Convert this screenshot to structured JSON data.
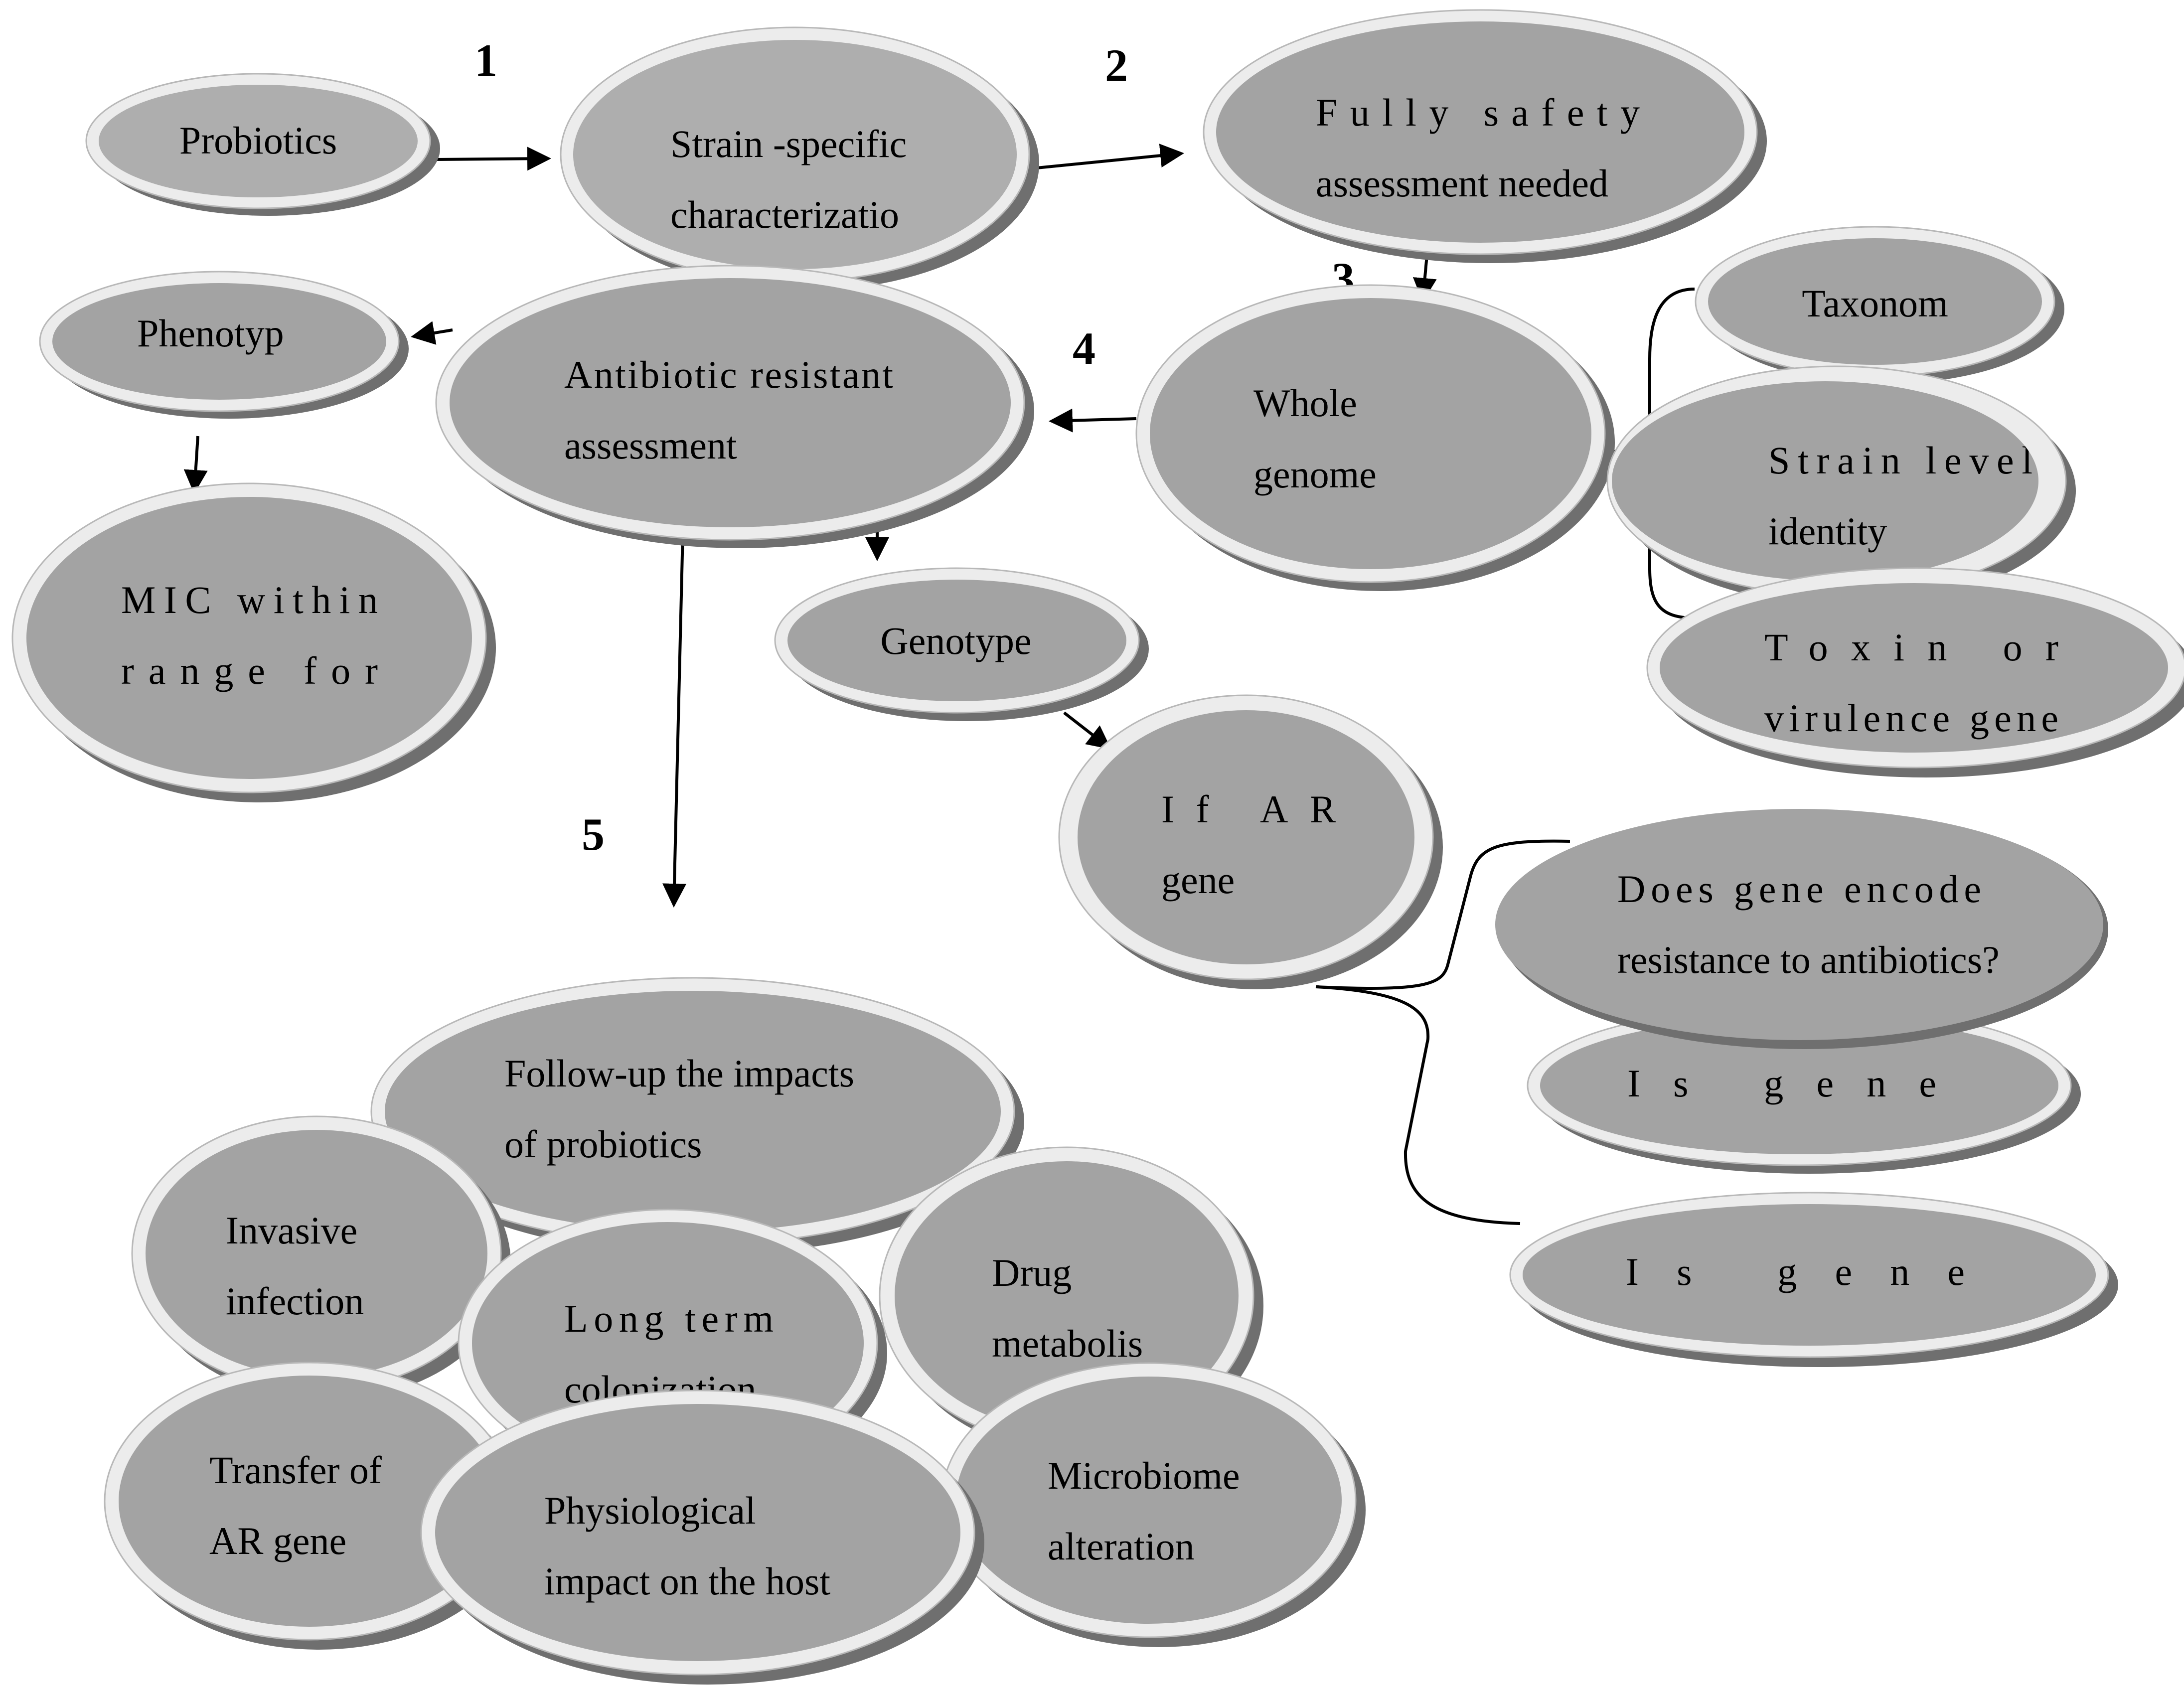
{
  "step_numbers": [
    "1",
    "2",
    "3",
    "4",
    "5"
  ],
  "nodes": {
    "probiotics": {
      "lines": [
        "Probiotics"
      ]
    },
    "strain_specific": {
      "lines": [
        "Strain -specific",
        "characterizatio"
      ]
    },
    "fully_safety": {
      "lines": [
        "Fully safety",
        "assessment needed"
      ]
    },
    "phenotype": {
      "lines": [
        "Phenotyp"
      ]
    },
    "antibiotic_resistant": {
      "lines": [
        "Antibiotic resistant",
        "assessment"
      ]
    },
    "whole_genome": {
      "lines": [
        "Whole",
        "genome"
      ]
    },
    "taxonomy": {
      "lines": [
        "Taxonom"
      ]
    },
    "strain_level": {
      "lines": [
        "Strain level",
        "identity"
      ]
    },
    "toxin": {
      "lines": [
        "Toxin or",
        "virulence gene"
      ]
    },
    "mic": {
      "lines": [
        "MIC within",
        "range for"
      ]
    },
    "genotype": {
      "lines": [
        "Genotype"
      ]
    },
    "if_ar_gene": {
      "lines": [
        "If AR",
        "gene"
      ]
    },
    "does_gene_encode": {
      "lines": [
        "Does gene encode",
        "resistance to antibiotics?"
      ]
    },
    "is_gene_1": {
      "lines": [
        "Is gene"
      ]
    },
    "is_gene_2": {
      "lines": [
        "Is gene"
      ]
    },
    "follow_up": {
      "lines": [
        "Follow-up the impacts",
        "of probiotics"
      ]
    },
    "invasive_infection": {
      "lines": [
        "Invasive",
        "infection"
      ]
    },
    "long_term": {
      "lines": [
        "Long term",
        "colonization"
      ]
    },
    "drug_metabolism": {
      "lines": [
        "Drug",
        "metabolis"
      ]
    },
    "transfer_ar": {
      "lines": [
        "Transfer of",
        "AR gene"
      ]
    },
    "physiological": {
      "lines": [
        "Physiological",
        "impact on the host"
      ]
    },
    "microbiome": {
      "lines": [
        "Microbiome",
        "alteration"
      ]
    }
  }
}
